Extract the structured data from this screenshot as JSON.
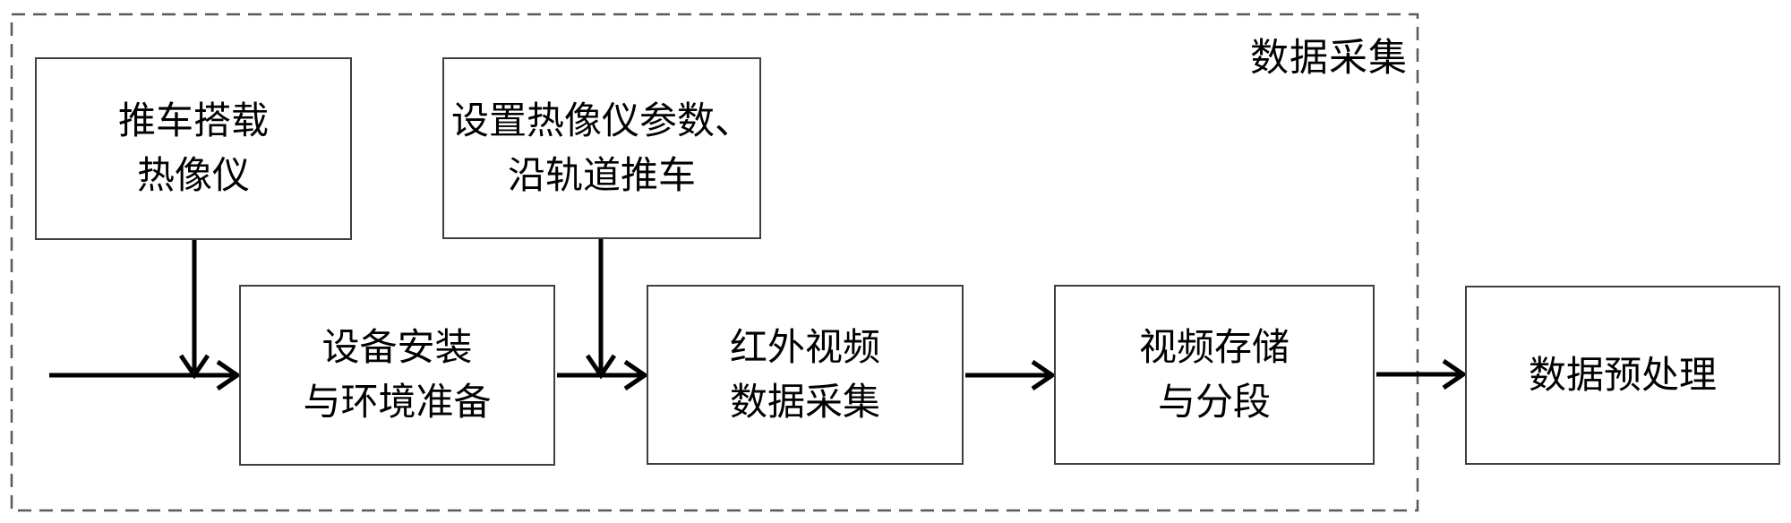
{
  "diagram": {
    "group": {
      "label": "数据采集"
    },
    "nodes": {
      "cart": {
        "line1": "推车搭载",
        "line2": "热像仪"
      },
      "params": {
        "line1": "设置热像仪参数、",
        "line2": "沿轨道推车"
      },
      "install": {
        "line1": "设备安装",
        "line2": "与环境准备"
      },
      "collect": {
        "line1": "红外视频",
        "line2": "数据采集"
      },
      "storage": {
        "line1": "视频存储",
        "line2": "与分段"
      },
      "preprocess": {
        "line1": "数据预处理"
      }
    },
    "edges": [
      {
        "from": "start",
        "to": "install"
      },
      {
        "from": "cart",
        "to": "install"
      },
      {
        "from": "install",
        "to": "collect"
      },
      {
        "from": "params",
        "to": "collect"
      },
      {
        "from": "collect",
        "to": "storage"
      },
      {
        "from": "storage",
        "to": "preprocess"
      }
    ],
    "colors": {
      "background": "#ffffff",
      "box_border": "#3f3f3f",
      "dashed_border": "#595959",
      "arrow": "#000000",
      "text": "#000000"
    }
  }
}
